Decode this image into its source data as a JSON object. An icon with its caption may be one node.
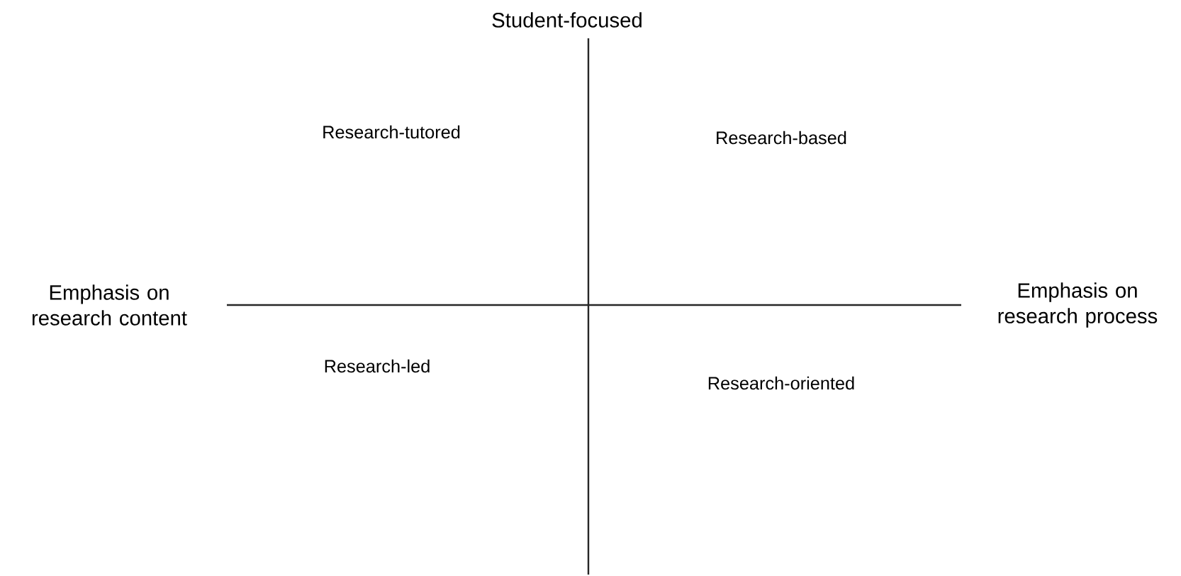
{
  "diagram": {
    "labels": [
      "Student-focused",
      "Research-tutored",
      "Research-based",
      "Emphasis on research content",
      "Emphasis on research process",
      "Research-led",
      "Research-oriented"
    ]
  }
}
